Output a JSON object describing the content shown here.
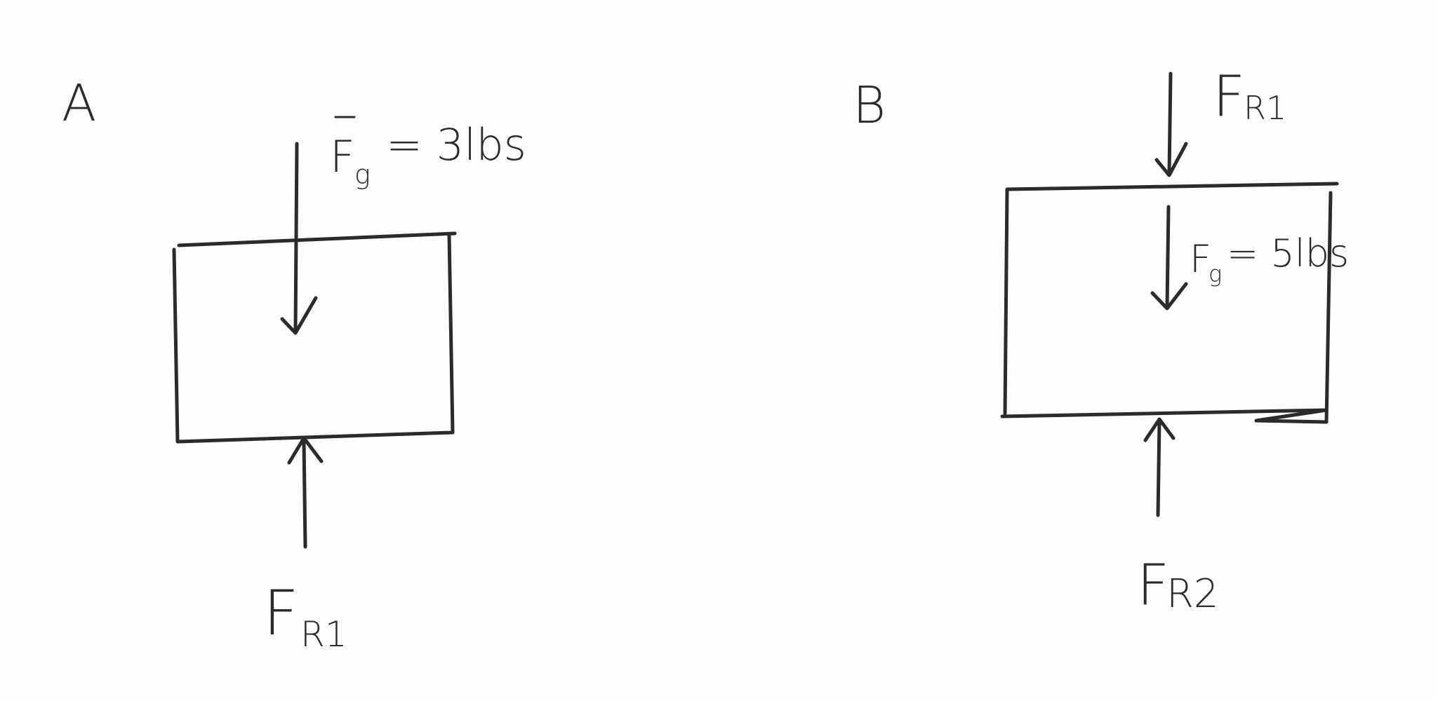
{
  "panels": [
    {
      "label": "A",
      "gravity": {
        "symbol": "F",
        "subscript": "g",
        "value_text": "= 3lbs"
      },
      "support": {
        "symbol": "F",
        "subscript": "R1"
      }
    },
    {
      "label": "B",
      "top_force": {
        "symbol": "F",
        "subscript": "R1"
      },
      "gravity": {
        "symbol": "F",
        "subscript": "g",
        "value_text": "= 5lbs"
      },
      "support": {
        "symbol": "F",
        "subscript": "R2"
      }
    }
  ],
  "ink_color": "#2b2b2b"
}
